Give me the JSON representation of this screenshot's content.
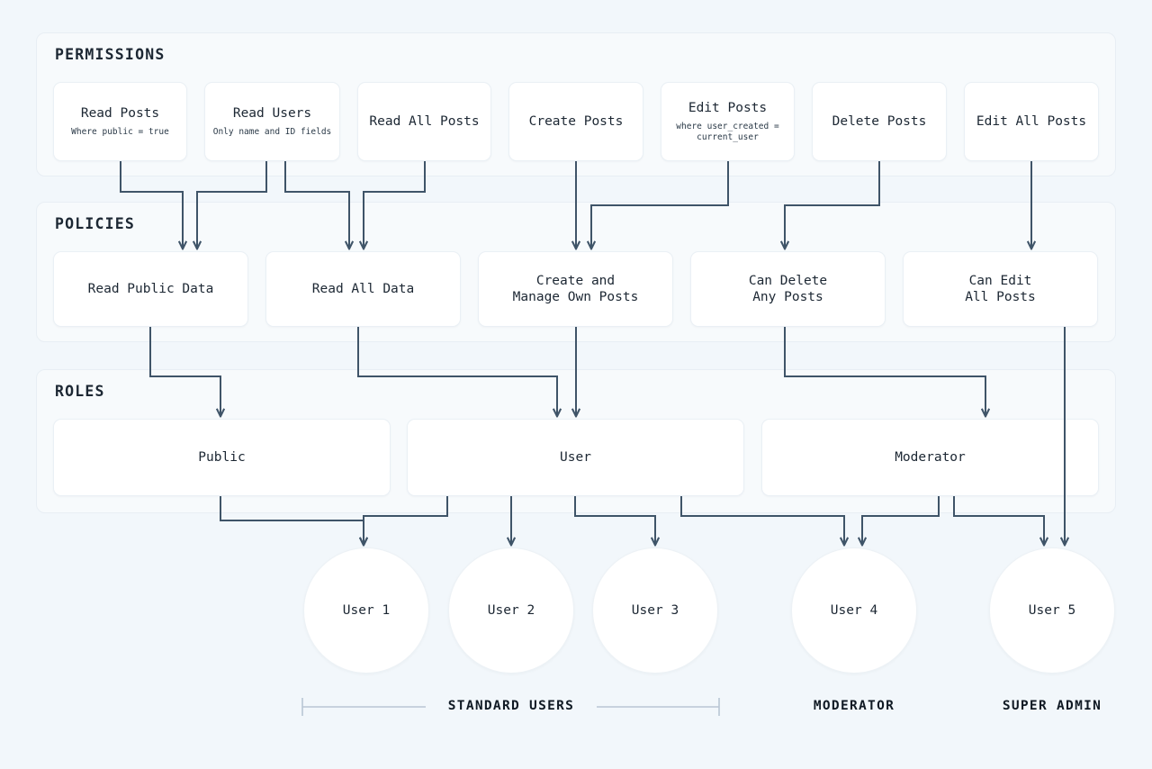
{
  "background_color": "#f2f7fb",
  "panel_color": "#f7fafc",
  "card_color": "#ffffff",
  "connector_color": "#3f5468",
  "bracket_color": "#b9c6d4",
  "bands": {
    "permissions": {
      "title": "PERMISSIONS"
    },
    "policies": {
      "title": "POLICIES"
    },
    "roles": {
      "title": "ROLES"
    }
  },
  "permissions": [
    {
      "title": "Read Posts",
      "subtitle": "Where public = true"
    },
    {
      "title": "Read Users",
      "subtitle": "Only name and ID fields"
    },
    {
      "title": "Read All Posts",
      "subtitle": ""
    },
    {
      "title": "Create Posts",
      "subtitle": ""
    },
    {
      "title": "Edit Posts",
      "subtitle": "where user_created =\ncurrent_user"
    },
    {
      "title": "Delete Posts",
      "subtitle": ""
    },
    {
      "title": "Edit All Posts",
      "subtitle": ""
    }
  ],
  "policies": [
    {
      "title": "Read Public Data"
    },
    {
      "title": "Read All Data"
    },
    {
      "title": "Create and\nManage Own Posts"
    },
    {
      "title": "Can Delete\nAny Posts"
    },
    {
      "title": "Can Edit\nAll Posts"
    }
  ],
  "roles": [
    {
      "title": "Public"
    },
    {
      "title": "User"
    },
    {
      "title": "Moderator"
    }
  ],
  "users": [
    {
      "label": "User 1"
    },
    {
      "label": "User 2"
    },
    {
      "label": "User 3"
    },
    {
      "label": "User 4"
    },
    {
      "label": "User 5"
    }
  ],
  "groups": [
    {
      "label": "STANDARD USERS",
      "bracket": true
    },
    {
      "label": "MODERATOR",
      "bracket": false
    },
    {
      "label": "SUPER ADMIN",
      "bracket": false
    }
  ]
}
